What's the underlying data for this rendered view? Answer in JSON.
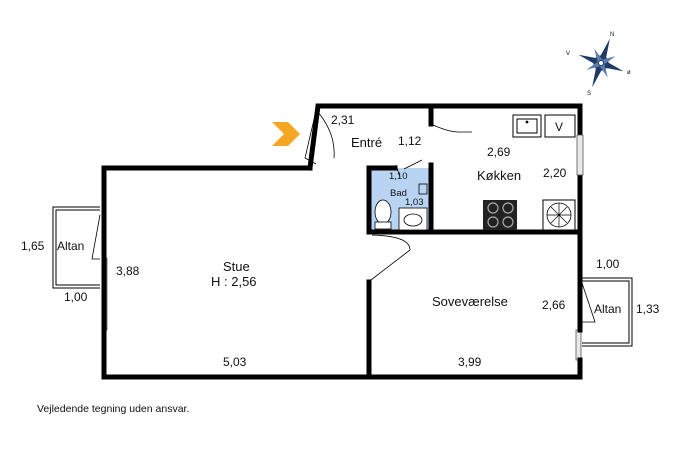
{
  "compass": {
    "n": "N",
    "s": "S",
    "v": "V",
    "o": "ø"
  },
  "rooms": {
    "entre": "Entré",
    "kokken": "Køkken",
    "bad": "Bad",
    "stue": "Stue",
    "stue_height": "H : 2,56",
    "sovevaerelse": "Soveværelse",
    "altan_left": "Altan",
    "altan_right": "Altan"
  },
  "dimensions": {
    "entre_width": "2,31",
    "entre_depth": "1,12",
    "kokken_width": "2,69",
    "kokken_depth": "2,20",
    "bad_width": "1,10",
    "bad_depth": "1,03",
    "stue_width": "5,03",
    "stue_depth": "3,88",
    "sove_width": "3,99",
    "sove_depth": "2,66",
    "altan_left_depth": "1,65",
    "altan_left_width": "1,00",
    "altan_right_width": "1,00",
    "altan_right_depth": "1,33"
  },
  "fixtures": {
    "sink_label": "V"
  },
  "colors": {
    "bathroom": "#b9d4f2",
    "entry_arrow": "#f5a623",
    "wall": "#000000"
  },
  "icons": [
    "compass-rose-icon",
    "entry-arrow-icon",
    "sink-icon",
    "toilet-icon",
    "washbasin-icon",
    "stove-icon",
    "extractor-fan-icon"
  ],
  "disclaimer": "Vejledende tegning uden ansvar."
}
